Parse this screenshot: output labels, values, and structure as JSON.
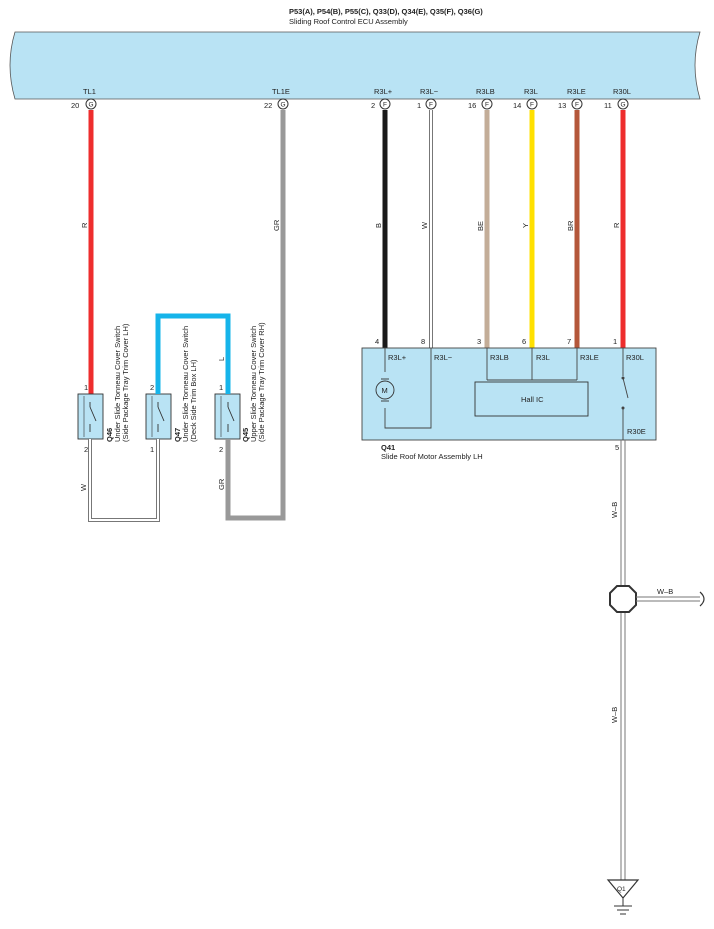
{
  "ecu": {
    "codes": "P53(A), P54(B), P55(C), Q33(D), Q34(E), Q35(F), Q36(G)",
    "name": "Sliding Roof Control ECU Assembly"
  },
  "ecu_pins": [
    {
      "label": "TL1",
      "num": "20",
      "conn": "G"
    },
    {
      "label": "TL1E",
      "num": "22",
      "conn": "G"
    },
    {
      "label": "R3L+",
      "num": "2",
      "conn": "F"
    },
    {
      "label": "R3L−",
      "num": "1",
      "conn": "F"
    },
    {
      "label": "R3LB",
      "num": "16",
      "conn": "F"
    },
    {
      "label": "R3L",
      "num": "14",
      "conn": "F"
    },
    {
      "label": "R3LE",
      "num": "13",
      "conn": "F"
    },
    {
      "label": "R30L",
      "num": "11",
      "conn": "G"
    }
  ],
  "wire_colors": {
    "tl1": "R",
    "tl1e": "GR",
    "r3lp": "B",
    "r3lm": "W",
    "r3lb": "BE",
    "r3l": "Y",
    "r3le": "BR",
    "r30l": "R",
    "q46_low": "W",
    "q47_link": "L",
    "q45_low": "GR",
    "ground_top": "W–B",
    "ground_branch": "W–B",
    "ground_bottom": "W–B"
  },
  "colors": {
    "ecu_fill": "#b9e3f4",
    "red": "#ee2d2d",
    "gray": "#999999",
    "black": "#1a1a1a",
    "beige": "#c3ad98",
    "yellow": "#ffe000",
    "brown": "#b4573a",
    "blue": "#16b4ea"
  },
  "motor": {
    "ref": "Q41",
    "name": "Slide Roof Motor Assembly LH",
    "pins": [
      {
        "label": "R3L+",
        "num": "4"
      },
      {
        "label": "R3L−",
        "num": "8"
      },
      {
        "label": "R3LB",
        "num": "3"
      },
      {
        "label": "R3L",
        "num": "6"
      },
      {
        "label": "R3LE",
        "num": "7"
      },
      {
        "label": "R30L",
        "num": "1"
      }
    ],
    "r30e": "R30E",
    "r30e_num": "5",
    "motor_symbol": "M",
    "hall_ic": "Hall IC"
  },
  "switches": [
    {
      "ref": "Q46",
      "name": "Under Slide Tonneau Cover Switch",
      "sub": "(Side Package Tray Trim Cover LH)",
      "pin_top": "1",
      "pin_bottom": "2"
    },
    {
      "ref": "Q47",
      "name": "Under Slide Tonneau Cover Switch",
      "sub": "(Deck Side Trim Box LH)",
      "pin_top": "2",
      "pin_bottom": "1"
    },
    {
      "ref": "Q45",
      "name": "Upper Slide Tonneau Cover Switch",
      "sub": "(Side Package Tray Trim Cover RH)",
      "pin_top": "1",
      "pin_bottom": "2"
    }
  ],
  "ground": {
    "ref": "Q1"
  }
}
